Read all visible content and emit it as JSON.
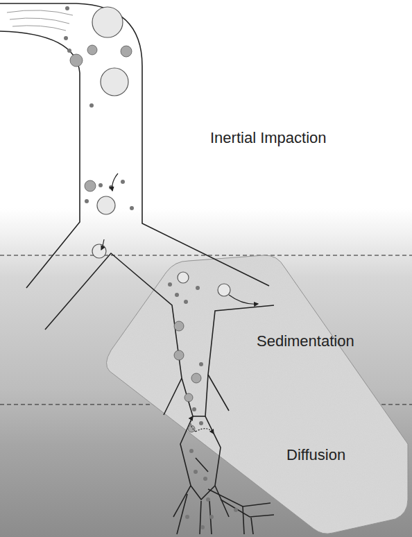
{
  "diagram": {
    "nodes": [
      {
        "text": [
          "Sedimentation",
          "Diffusion"
        ]
      }
    ],
    "labels": [
      "Inertial Impaction"
    ]
  }
}
